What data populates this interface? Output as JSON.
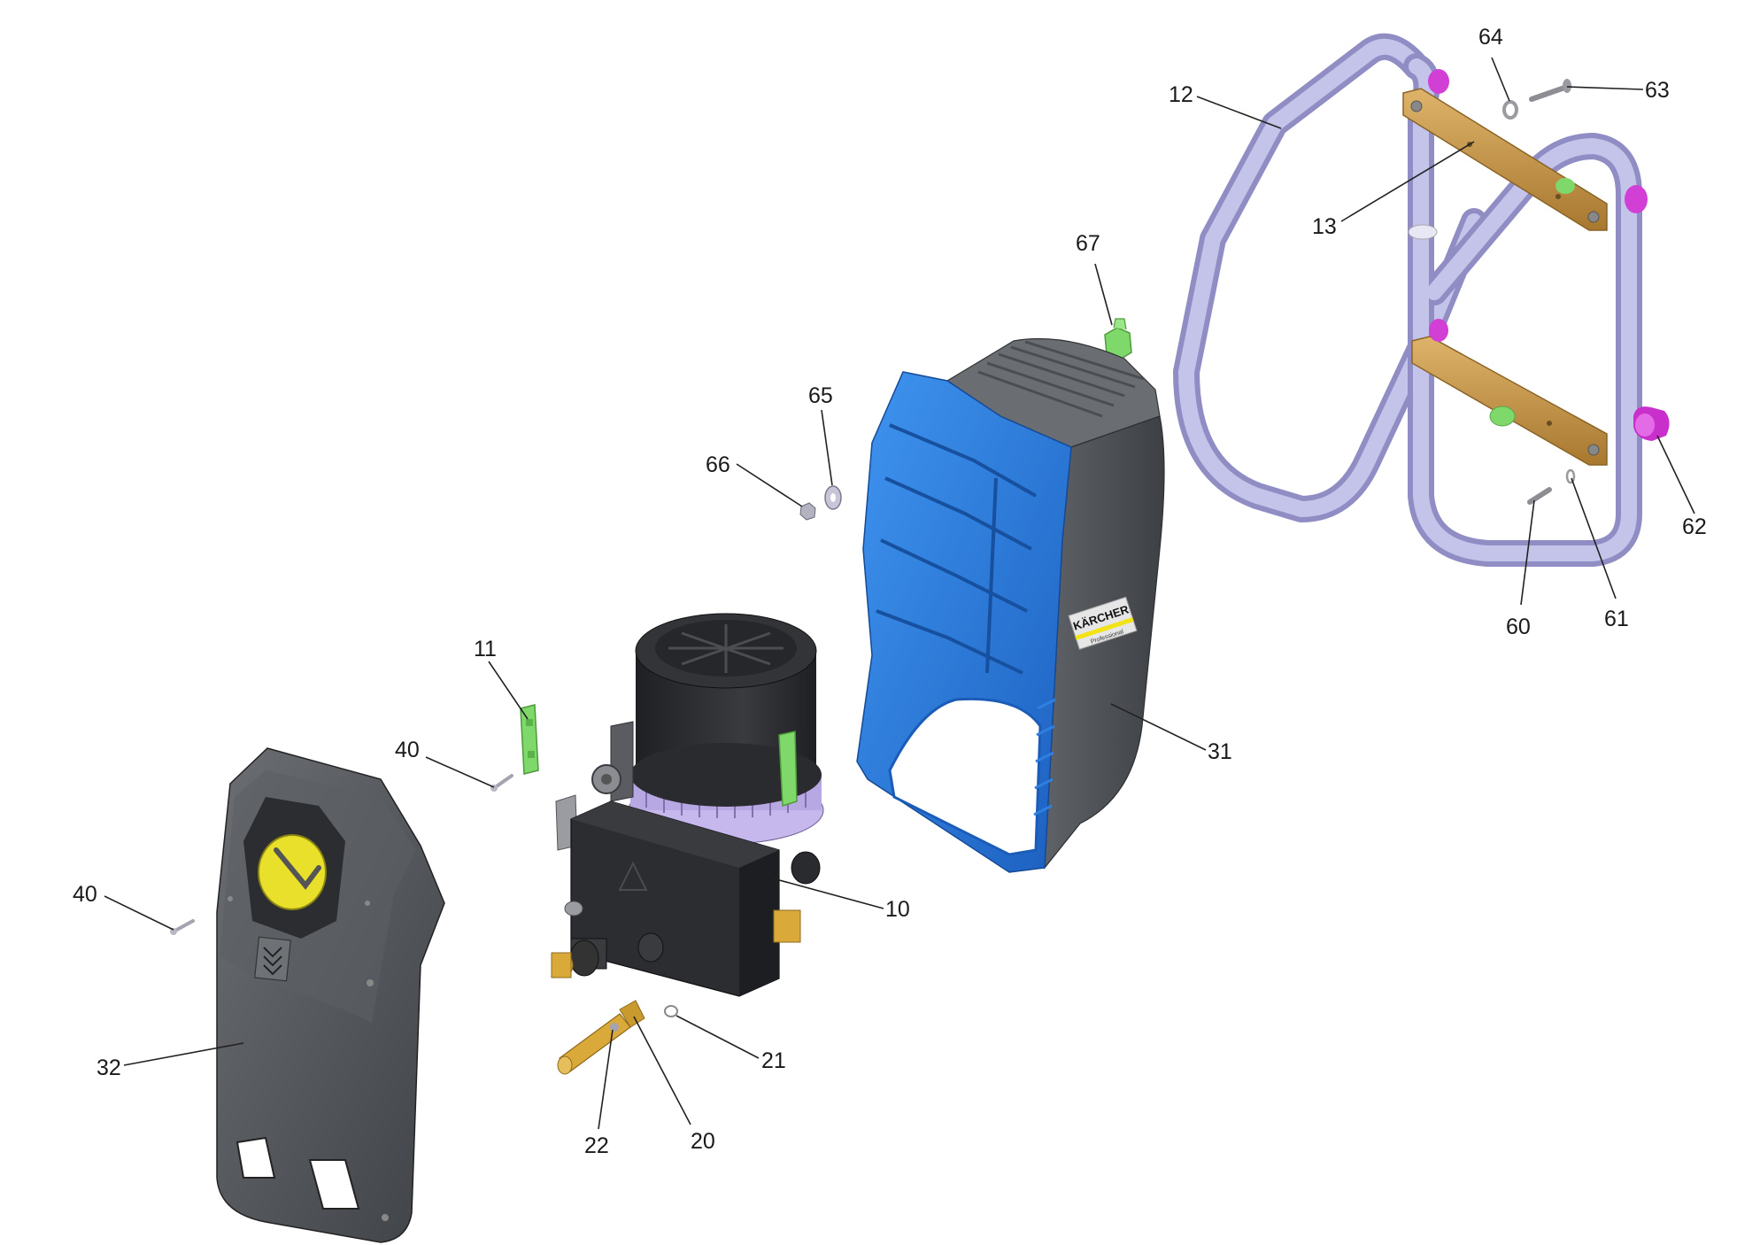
{
  "diagram": {
    "brand_label": "KÄRCHER",
    "brand_sublabel": "Professional",
    "callouts": [
      {
        "id": "c-64",
        "label": "64"
      },
      {
        "id": "c-63",
        "label": "63"
      },
      {
        "id": "c-12",
        "label": "12"
      },
      {
        "id": "c-13",
        "label": "13"
      },
      {
        "id": "c-67",
        "label": "67"
      },
      {
        "id": "c-65",
        "label": "65"
      },
      {
        "id": "c-66",
        "label": "66"
      },
      {
        "id": "c-62",
        "label": "62"
      },
      {
        "id": "c-60",
        "label": "60"
      },
      {
        "id": "c-61",
        "label": "61"
      },
      {
        "id": "c-11",
        "label": "11"
      },
      {
        "id": "c-40a",
        "label": "40"
      },
      {
        "id": "c-31",
        "label": "31"
      },
      {
        "id": "c-10",
        "label": "10"
      },
      {
        "id": "c-40b",
        "label": "40"
      },
      {
        "id": "c-21",
        "label": "21"
      },
      {
        "id": "c-32",
        "label": "32"
      },
      {
        "id": "c-22",
        "label": "22"
      },
      {
        "id": "c-20",
        "label": "20"
      }
    ],
    "colors": {
      "frame": "#b9b8e0",
      "frame_shade": "#8f8dc4",
      "bracket": "#c99a4a",
      "bracket_dark": "#a27730",
      "cap": "#d23fd4",
      "housing_blue": "#2f7fe0",
      "housing_blue_dark": "#1b5cb8",
      "housing_grey": "#4a4d52",
      "housing_grey_light": "#6a6d72",
      "clip_green": "#6fcf4a",
      "motor_black": "#2a2b2e",
      "brass": "#d9a93a",
      "knob_yellow": "#e8e02a",
      "cover_grey": "#54575c"
    }
  }
}
